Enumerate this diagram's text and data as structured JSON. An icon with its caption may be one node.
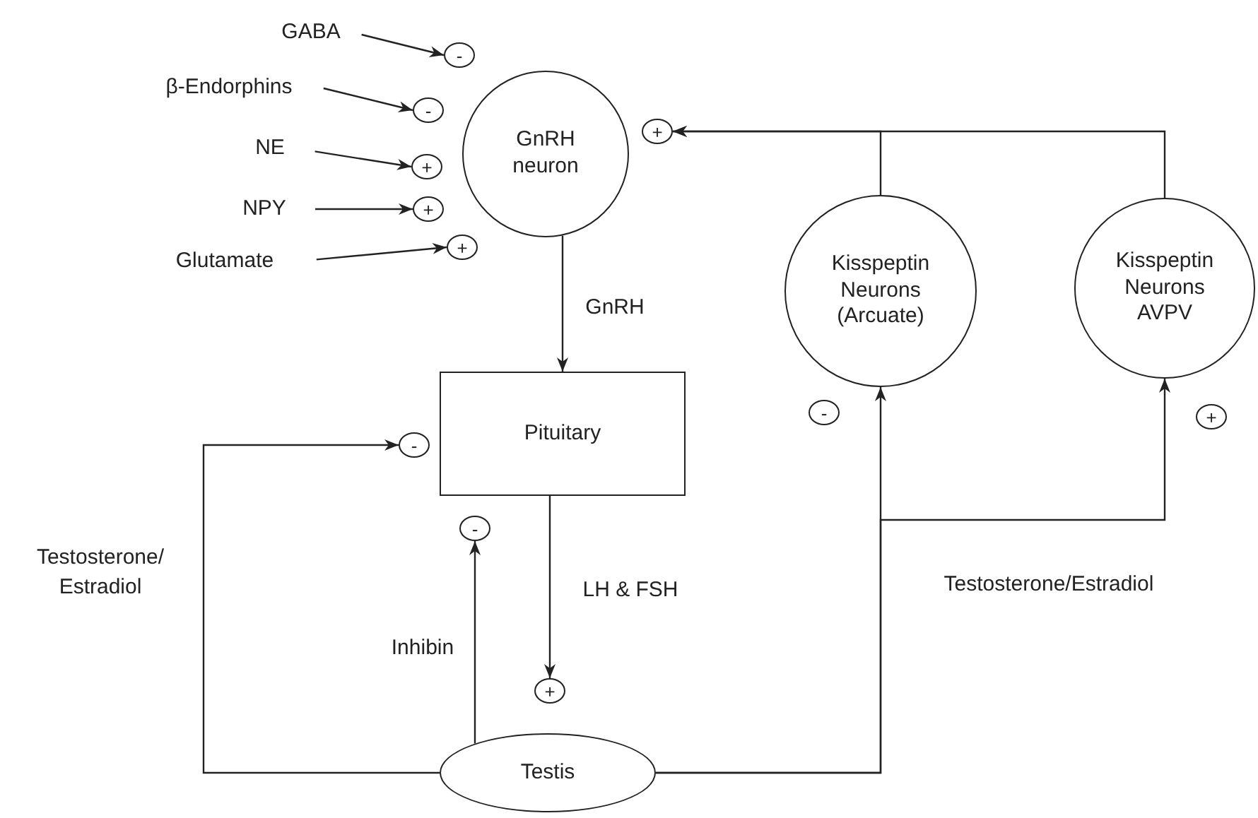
{
  "diagram": {
    "nodes": [
      {
        "text": [
          "GABA"
        ]
      },
      {
        "text": [
          "-"
        ]
      },
      {
        "text": [
          "β-Endorphins"
        ]
      },
      {
        "text": [
          "-"
        ]
      },
      {
        "text": [
          "GnRH neuron"
        ]
      },
      {
        "text": [
          "+"
        ]
      },
      {
        "text": [
          "NE"
        ]
      },
      {
        "text": [
          "+"
        ]
      },
      {
        "text": [
          "NPY"
        ]
      },
      {
        "text": [
          "+"
        ]
      },
      {
        "text": [
          "Glutamate"
        ]
      },
      {
        "text": [
          "+"
        ]
      },
      {
        "text": [
          "Kisspeptin Neurons (Arcuate)"
        ]
      },
      {
        "text": [
          "Kisspeptin Neurons AVPV"
        ]
      },
      {
        "text": [
          "Pituitary"
        ]
      },
      {
        "text": [
          "-"
        ]
      },
      {
        "text": [
          "-"
        ]
      },
      {
        "text": [
          "+"
        ]
      },
      {
        "text": [
          "-"
        ]
      },
      {
        "text": [
          "+"
        ]
      },
      {
        "text": [
          "Testis"
        ]
      }
    ],
    "edges": [
      {
        "from": 0,
        "to": 1,
        "arrow": "to"
      },
      {
        "from": 2,
        "to": 3,
        "arrow": "to"
      },
      {
        "from": 6,
        "to": 7,
        "arrow": "to"
      },
      {
        "from": 8,
        "to": 9,
        "arrow": "to"
      },
      {
        "from": 10,
        "to": 11,
        "arrow": "to"
      },
      {
        "from": 12,
        "to": 5,
        "arrow": "to"
      },
      {
        "from": 13,
        "to": 5,
        "arrow": "to"
      },
      {
        "from": 4,
        "to": 14,
        "arrow": "to",
        "label": "GnRH"
      },
      {
        "from": 14,
        "to": 19,
        "arrow": "to",
        "label": "LH & FSH"
      },
      {
        "from": 20,
        "to": 18,
        "arrow": "to",
        "label": "Inhibin"
      },
      {
        "from": 20,
        "to": 15,
        "arrow": "to",
        "label": "Testosterone/ Estradiol"
      },
      {
        "from": 20,
        "to": 12,
        "arrow": "to",
        "label": "Testosterone/Estradiol"
      },
      {
        "from": 20,
        "to": 13,
        "arrow": "to"
      }
    ]
  }
}
